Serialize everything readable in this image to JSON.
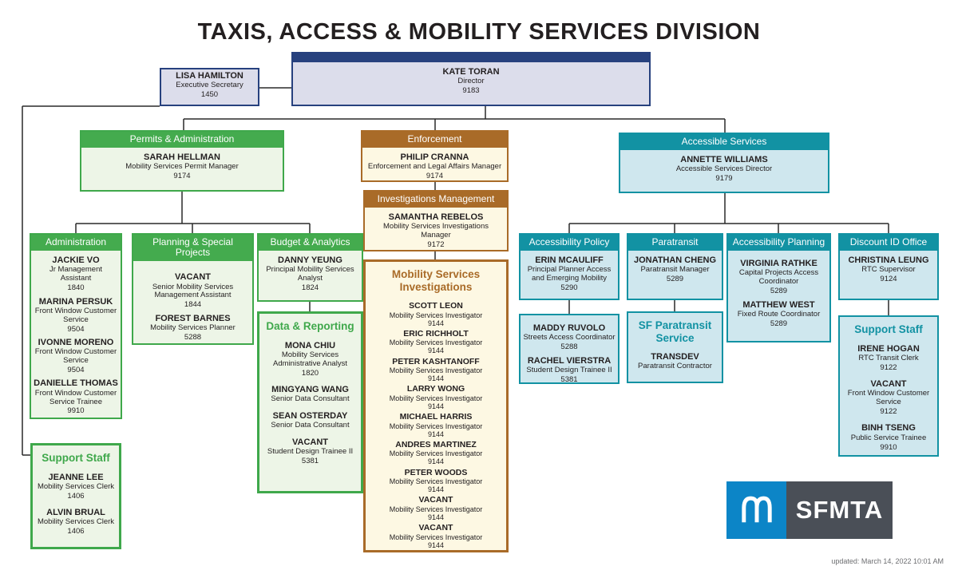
{
  "title": "TAXIS, ACCESS & MOBILITY SERVICES DIVISION",
  "footer": {
    "updated": "updated: March 14, 2022 10:01 AM"
  },
  "logo": {
    "wordmark": "SFMTA",
    "icon": "muni-worm-icon",
    "blue": "#0c85c7",
    "gray": "#4a4f57"
  },
  "colors": {
    "navy": "#27417e",
    "lavender": "#dcddeb",
    "green": "#3fa84b",
    "light_green": "#edf5e7",
    "brown": "#a96b28",
    "cream": "#fdf8e3",
    "teal": "#1292a3",
    "light_blue": "#cfe7ee",
    "ink": "#231f20"
  },
  "boxes": {
    "exec_secretary": {
      "people": [
        {
          "name": "LISA HAMILTON",
          "role": "Executive Secretary",
          "ext": "1450"
        }
      ]
    },
    "director": {
      "people": [
        {
          "name": "KATE TORAN",
          "role": "Director",
          "ext": "9183"
        }
      ]
    },
    "permits": {
      "header": "Permits & Administration",
      "people": [
        {
          "name": "SARAH HELLMAN",
          "role": "Mobility Services Permit Manager",
          "ext": "9174"
        }
      ]
    },
    "enforcement": {
      "header": "Enforcement",
      "people": [
        {
          "name": "PHILIP CRANNA",
          "role": "Enforcement and Legal Affairs Manager",
          "ext": "9174"
        }
      ]
    },
    "investigations_mgmt": {
      "header": "Investigations Management",
      "people": [
        {
          "name": "SAMANTHA REBELOS",
          "role": "Mobility Services Investigations Manager",
          "ext": "9172"
        }
      ]
    },
    "msi": {
      "title": "Mobility Services Investigations",
      "people": [
        {
          "name": "SCOTT LEON",
          "role": "Mobility Services Investigator",
          "ext": "9144"
        },
        {
          "name": "ERIC RICHHOLT",
          "role": "Mobility Services Investigator",
          "ext": "9144"
        },
        {
          "name": "PETER KASHTANOFF",
          "role": "Mobility Services Investigator",
          "ext": "9144"
        },
        {
          "name": "LARRY WONG",
          "role": "Mobility Services Investigator",
          "ext": "9144"
        },
        {
          "name": "MICHAEL HARRIS",
          "role": "Mobility Services Investigator",
          "ext": "9144"
        },
        {
          "name": "ANDRES MARTINEZ",
          "role": "Mobility Services Investigator",
          "ext": "9144"
        },
        {
          "name": "PETER WOODS",
          "role": "Mobility Services Investigator",
          "ext": "9144"
        },
        {
          "name": "VACANT",
          "role": "Mobility Services Investigator",
          "ext": "9144"
        },
        {
          "name": "VACANT",
          "role": "Mobility Services Investigator",
          "ext": "9144"
        }
      ]
    },
    "administration": {
      "header": "Administration",
      "people": [
        {
          "name": "JACKIE VO",
          "role": "Jr Management Assistant",
          "ext": "1840"
        },
        {
          "name": "MARINA PERSUK",
          "role": "Front Window Customer Service",
          "ext": "9504"
        },
        {
          "name": "IVONNE MORENO",
          "role": "Front Window Customer Service",
          "ext": "9504"
        },
        {
          "name": "DANIELLE THOMAS",
          "role": "Front Window Customer Service Trainee",
          "ext": "9910"
        }
      ]
    },
    "planning": {
      "header": "Planning & Special Projects",
      "people": [
        {
          "name": "VACANT",
          "role": "Senior Mobility Services Management Assistant",
          "ext": "1844"
        },
        {
          "name": "FOREST BARNES",
          "role": "Mobility Services Planner",
          "ext": "5288"
        }
      ]
    },
    "budget": {
      "header": "Budget & Analytics",
      "people": [
        {
          "name": "DANNY YEUNG",
          "role": "Principal Mobility Services Analyst",
          "ext": "1824"
        }
      ]
    },
    "data_reporting": {
      "title": "Data & Reporting",
      "people": [
        {
          "name": "MONA CHIU",
          "role": "Mobility Services Administrative Analyst",
          "ext": "1820"
        },
        {
          "name": "MINGYANG WANG",
          "role": "Senior Data Consultant"
        },
        {
          "name": "SEAN OSTERDAY",
          "role": "Senior Data Consultant"
        },
        {
          "name": "VACANT",
          "role": "Student Design Trainee II",
          "ext": "5381"
        }
      ]
    },
    "support_left": {
      "title": "Support Staff",
      "people": [
        {
          "name": "JEANNE LEE",
          "role": "Mobility Services Clerk",
          "ext": "1406"
        },
        {
          "name": "ALVIN BRUAL",
          "role": "Mobility Services Clerk",
          "ext": "1406"
        }
      ]
    },
    "accessible": {
      "header": "Accessible Services",
      "people": [
        {
          "name": "ANNETTE WILLIAMS",
          "role": "Accessible Services Director",
          "ext": "9179"
        }
      ]
    },
    "acc_policy": {
      "header": "Accessibility Policy",
      "people": [
        {
          "name": "ERIN MCAULIFF",
          "role": "Principal Planner Access and Emerging Mobility",
          "ext": "5290"
        }
      ]
    },
    "policy_staff": {
      "people": [
        {
          "name": "MADDY RUVOLO",
          "role": "Streets Access Coordinator",
          "ext": "5288"
        },
        {
          "name": "RACHEL VIERSTRA",
          "role": "Student Design Trainee II",
          "ext": "5381"
        }
      ]
    },
    "paratransit": {
      "header": "Paratransit",
      "people": [
        {
          "name": "JONATHAN CHENG",
          "role": "Paratransit Manager",
          "ext": "5289"
        }
      ]
    },
    "sf_paratransit": {
      "title": "SF Paratransit Service",
      "people": [
        {
          "name": "TRANSDEV",
          "role": "Paratransit Contractor"
        }
      ]
    },
    "acc_planning": {
      "header": "Accessibility Planning",
      "people": [
        {
          "name": "VIRGINIA RATHKE",
          "role": "Capital Projects Access Coordinator",
          "ext": "5289"
        },
        {
          "name": "MATTHEW WEST",
          "role": "Fixed Route Coordinator",
          "ext": "5289"
        }
      ]
    },
    "discount": {
      "header": "Discount ID Office",
      "people": [
        {
          "name": "CHRISTINA LEUNG",
          "role": "RTC Supervisor",
          "ext": "9124"
        }
      ]
    },
    "support_right": {
      "title": "Support Staff",
      "people": [
        {
          "name": "IRENE HOGAN",
          "role": "RTC Transit Clerk",
          "ext": "9122"
        },
        {
          "name": "VACANT",
          "role": "Front Window Customer Service",
          "ext": "9122"
        },
        {
          "name": "BINH TSENG",
          "role": "Public Service Trainee",
          "ext": "9910"
        }
      ]
    }
  }
}
